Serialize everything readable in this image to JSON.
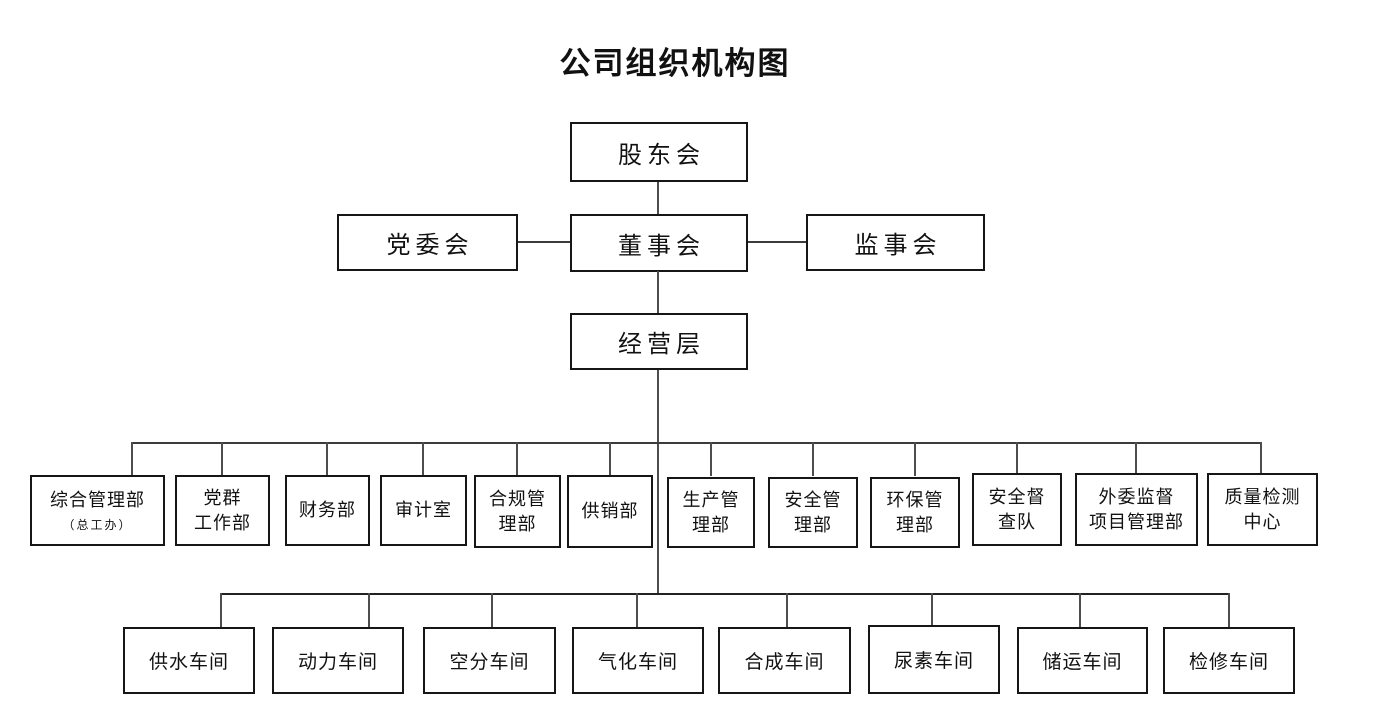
{
  "title": "公司组织机构图",
  "colors": {
    "background": "#ffffff",
    "box_border": "#161616",
    "connector_line": "#4d4d4d",
    "text": "#111111"
  },
  "governance": {
    "shareholders_meeting": "股东会",
    "party_committee": "党委会",
    "board_of_directors": "董事会",
    "supervisory_board": "监事会",
    "management_level": "经营层"
  },
  "departments": [
    [
      "综合管理部",
      "（总工办）"
    ],
    [
      "党群",
      "工作部"
    ],
    [
      "财务部"
    ],
    [
      "审计室"
    ],
    [
      "合规管",
      "理部"
    ],
    [
      "供销部"
    ],
    [
      "生产管",
      "理部"
    ],
    [
      "安全管",
      "理部"
    ],
    [
      "环保管",
      "理部"
    ],
    [
      "安全督",
      "查队"
    ],
    [
      "外委监督",
      "项目管理部"
    ],
    [
      "质量检测",
      "中心"
    ]
  ],
  "workshops": [
    "供水车间",
    "动力车间",
    "空分车间",
    "气化车间",
    "合成车间",
    "尿素车间",
    "储运车间",
    "检修车间"
  ]
}
